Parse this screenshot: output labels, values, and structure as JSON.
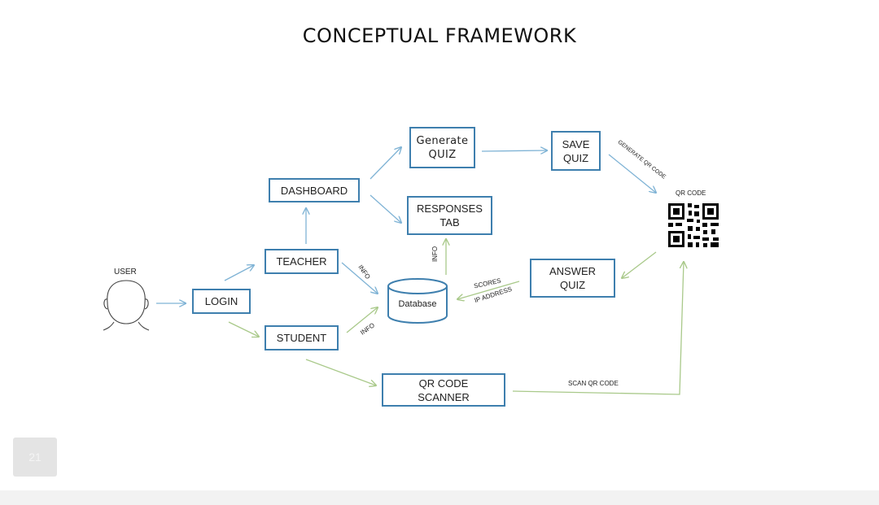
{
  "title": "CONCEPTUAL FRAMEWORK",
  "nodes": {
    "user": "USER",
    "login": "LOGIN",
    "teacher": "TEACHER",
    "student": "STUDENT",
    "dashboard": "DASHBOARD",
    "generate_quiz": "Generate\nQUIZ",
    "responses_tab": "RESPONSES\nTAB",
    "save_quiz": "SAVE\nQUIZ",
    "qr_code": "QR CODE",
    "answer_quiz": "ANSWER\nQUIZ",
    "database": "Database",
    "qr_scanner": "QR CODE\nSCANNER"
  },
  "edge_labels": {
    "teacher_db": "INFO",
    "student_db": "INFO",
    "db_responses": "INFO",
    "answer_db_1": "SCORES",
    "answer_db_2": "IP ADDRESS",
    "save_qr": "GENERATE QR CODE",
    "scan_qr": "SCAN QR CODE"
  },
  "page_number": "21",
  "colors": {
    "box_border": "#3e7fae",
    "teacher_arrow": "#7fb3d5",
    "student_arrow": "#a9c98a"
  }
}
